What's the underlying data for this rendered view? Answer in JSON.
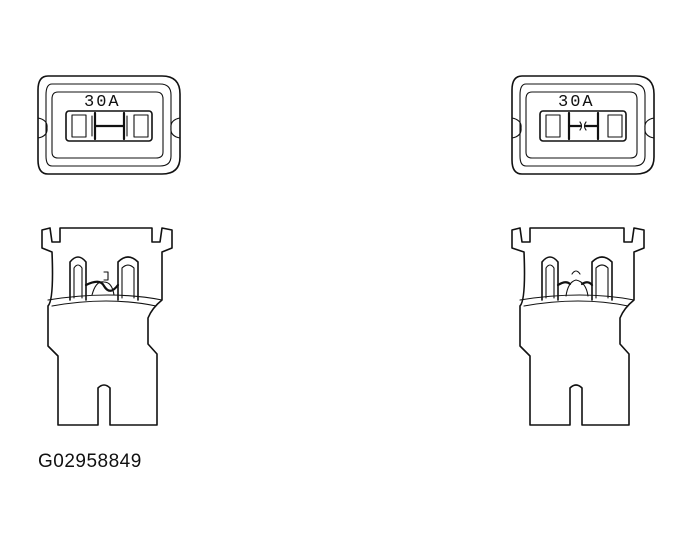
{
  "fuses": [
    {
      "rating_label": "30A",
      "state": "good"
    },
    {
      "rating_label": "30A",
      "state": "blown"
    }
  ],
  "figure_id": "G02958849"
}
